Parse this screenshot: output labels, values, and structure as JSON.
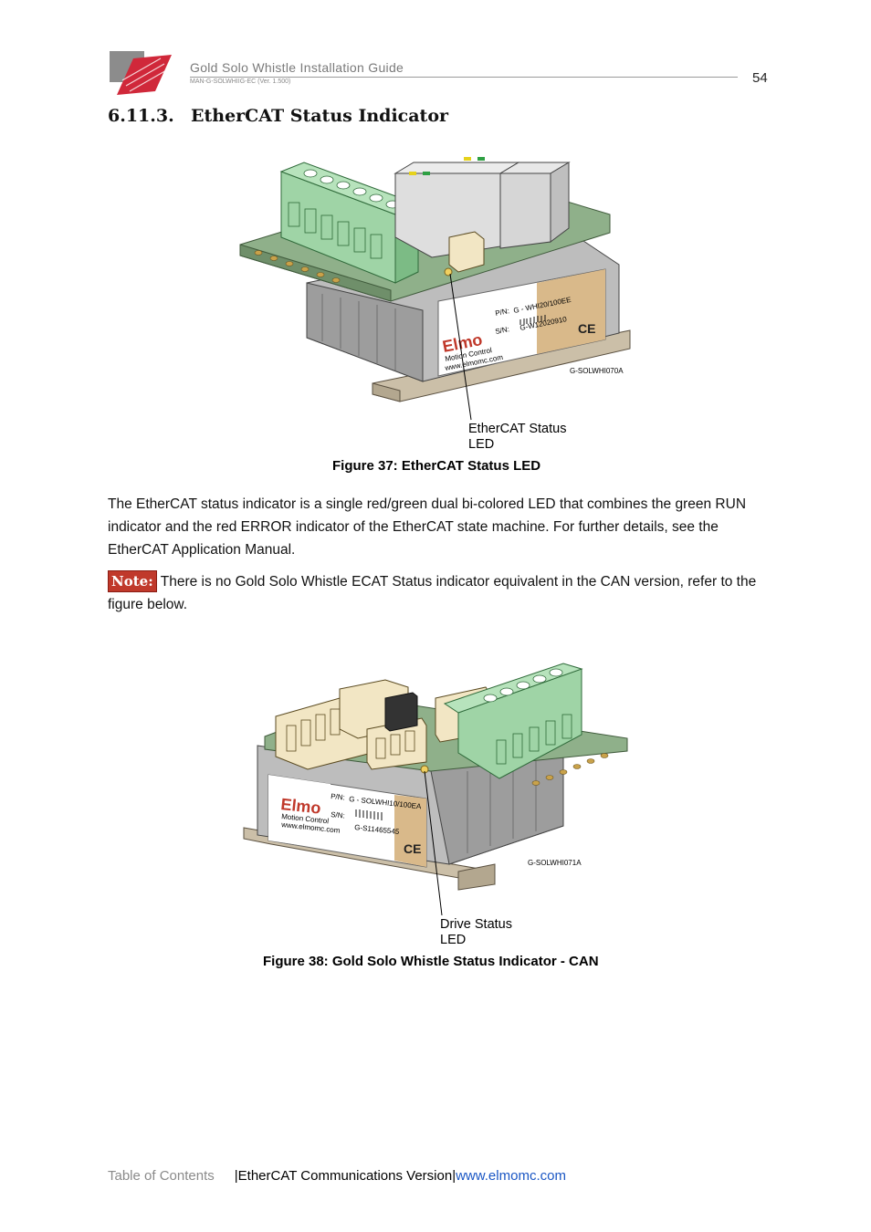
{
  "header": {
    "doc_title": "Gold Solo Whistle Installation Guide",
    "doc_id": "MAN-G-SOLWHIIG-EC (Ver. 1.500)",
    "page_number": "54"
  },
  "section": {
    "number": "6.11.3.",
    "title": "EtherCAT Status Indicator"
  },
  "figure37": {
    "callout_line1": "EtherCAT Status",
    "callout_line2": "LED",
    "drawing_code": "G-SOLWHI070A",
    "label_pn": "P/N:",
    "label_pn_value": "G - WHI20/100EE",
    "label_sn": "S/N:",
    "label_sn_value": "G-W12020910",
    "brand": "Elmo",
    "brand_sub": "Motion Control",
    "brand_url": "www.elmomc.com",
    "caption": "Figure 37: EtherCAT Status LED"
  },
  "body": {
    "paragraph1": "The EtherCAT status indicator is a single red/green dual bi-colored LED that combines the green RUN indicator and the red ERROR indicator of the EtherCAT state machine. For further details, see the EtherCAT Application Manual.",
    "note_label": "Note:",
    "note_text": " There is no Gold Solo Whistle ECAT Status indicator equivalent in the CAN version, refer to the figure below."
  },
  "figure38": {
    "callout_line1": "Drive Status",
    "callout_line2": "LED",
    "drawing_code": "G-SOLWHI071A",
    "label_pn": "P/N:",
    "label_pn_value": "G - SOLWHI10/100EA",
    "label_sn": "S/N:",
    "label_sn_value": "G-S11465545",
    "brand": "Elmo",
    "brand_sub": "Motion Control",
    "brand_url": "www.elmomc.com",
    "caption": "Figure 38:   Gold Solo Whistle Status Indicator - CAN"
  },
  "footer": {
    "toc": "Table of Contents",
    "version_text": "|EtherCAT Communications Version|",
    "link": "www.elmomc.com"
  },
  "colors": {
    "brand_red": "#c0392b",
    "link_blue": "#1a56c4",
    "terminal_green": "#9fd4a6",
    "board_green": "#8fb08a",
    "heatsink_gray": "#bfbfbf"
  }
}
